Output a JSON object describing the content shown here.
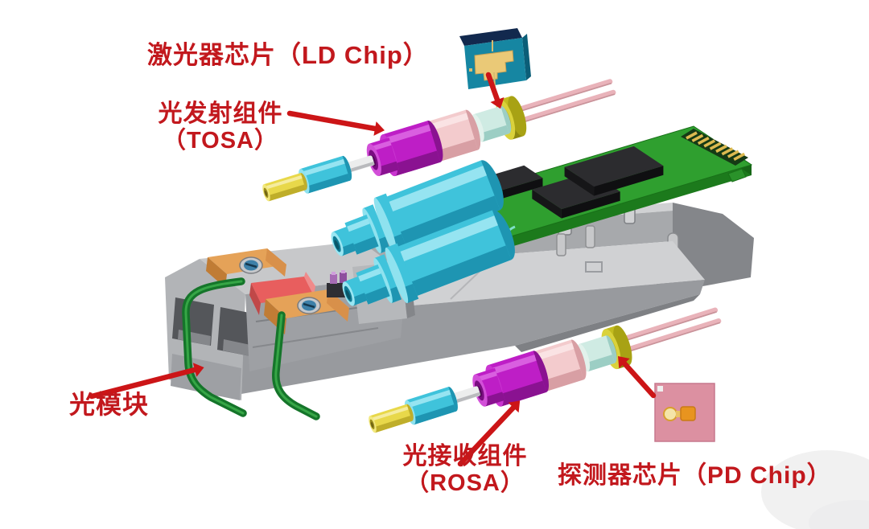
{
  "diagram": {
    "title": "Optical module exploded-view diagram",
    "labels": {
      "ld_chip": "激光器芯片（LD Chip）",
      "tosa_line1": "光发射组件",
      "tosa_line2": "（TOSA）",
      "optical_module": "光模块",
      "rosa_line1": "光接收组件",
      "rosa_line2": "（ROSA）",
      "pd_chip": "探测器芯片（PD Chip）"
    },
    "colors": {
      "label_red": "#c2181d",
      "arrow_red": "#cc1517",
      "pcb_green": "#2f9f2f",
      "pcb_edge_green": "#1c7a1c",
      "ic_black": "#2c2c2f",
      "gold_finger": "#ddba50",
      "barrel_cyan": "#3fc3db",
      "isolator_magenta": "#be1ec6",
      "ring_pink": "#f3cbcd",
      "can_mint": "#cfebe3",
      "header_yellow": "#c3bc1f",
      "ferrule_yellow": "#e8d84a",
      "lead_pink": "#e9b3ba",
      "housing_gray": "#a7a9ac",
      "housing_light": "#d0d1d3",
      "housing_dark": "#84868a",
      "clip_orange": "#e5a258",
      "screw_blue": "#3e80a8",
      "bail_green": "#15752a",
      "block_red": "#e85e5e",
      "ld_die_teal": "#1686a2",
      "ld_die_navy": "#12294e",
      "ld_die_gold": "#eac977",
      "pd_die_pink": "#dc90a1",
      "pd_pad_orange": "#e8941f",
      "watermark_gray": "#f1f1f1"
    },
    "components": [
      "module-housing",
      "front-latch-clips",
      "bail-latch",
      "pcb",
      "pcb-ics",
      "gold-edge-fingers",
      "lc-receptacle-barrels",
      "tosa-assembly",
      "rosa-assembly",
      "ld-chip-die",
      "pd-chip-die"
    ],
    "annotations": [
      {
        "label": "激光器芯片（LD Chip）",
        "arrow_from": "ld-chip-die",
        "arrow_to": "tosa-to-header"
      },
      {
        "label": "光发射组件（TOSA）",
        "arrow_to": "tosa-isolator"
      },
      {
        "label": "光模块",
        "arrow_to": "module-housing-front"
      },
      {
        "label": "光接收组件（ROSA）",
        "arrow_to": "rosa-isolator"
      },
      {
        "label": "探测器芯片（PD Chip）",
        "arrow_from": "pd-chip-die",
        "arrow_to": "rosa-to-header"
      }
    ]
  }
}
